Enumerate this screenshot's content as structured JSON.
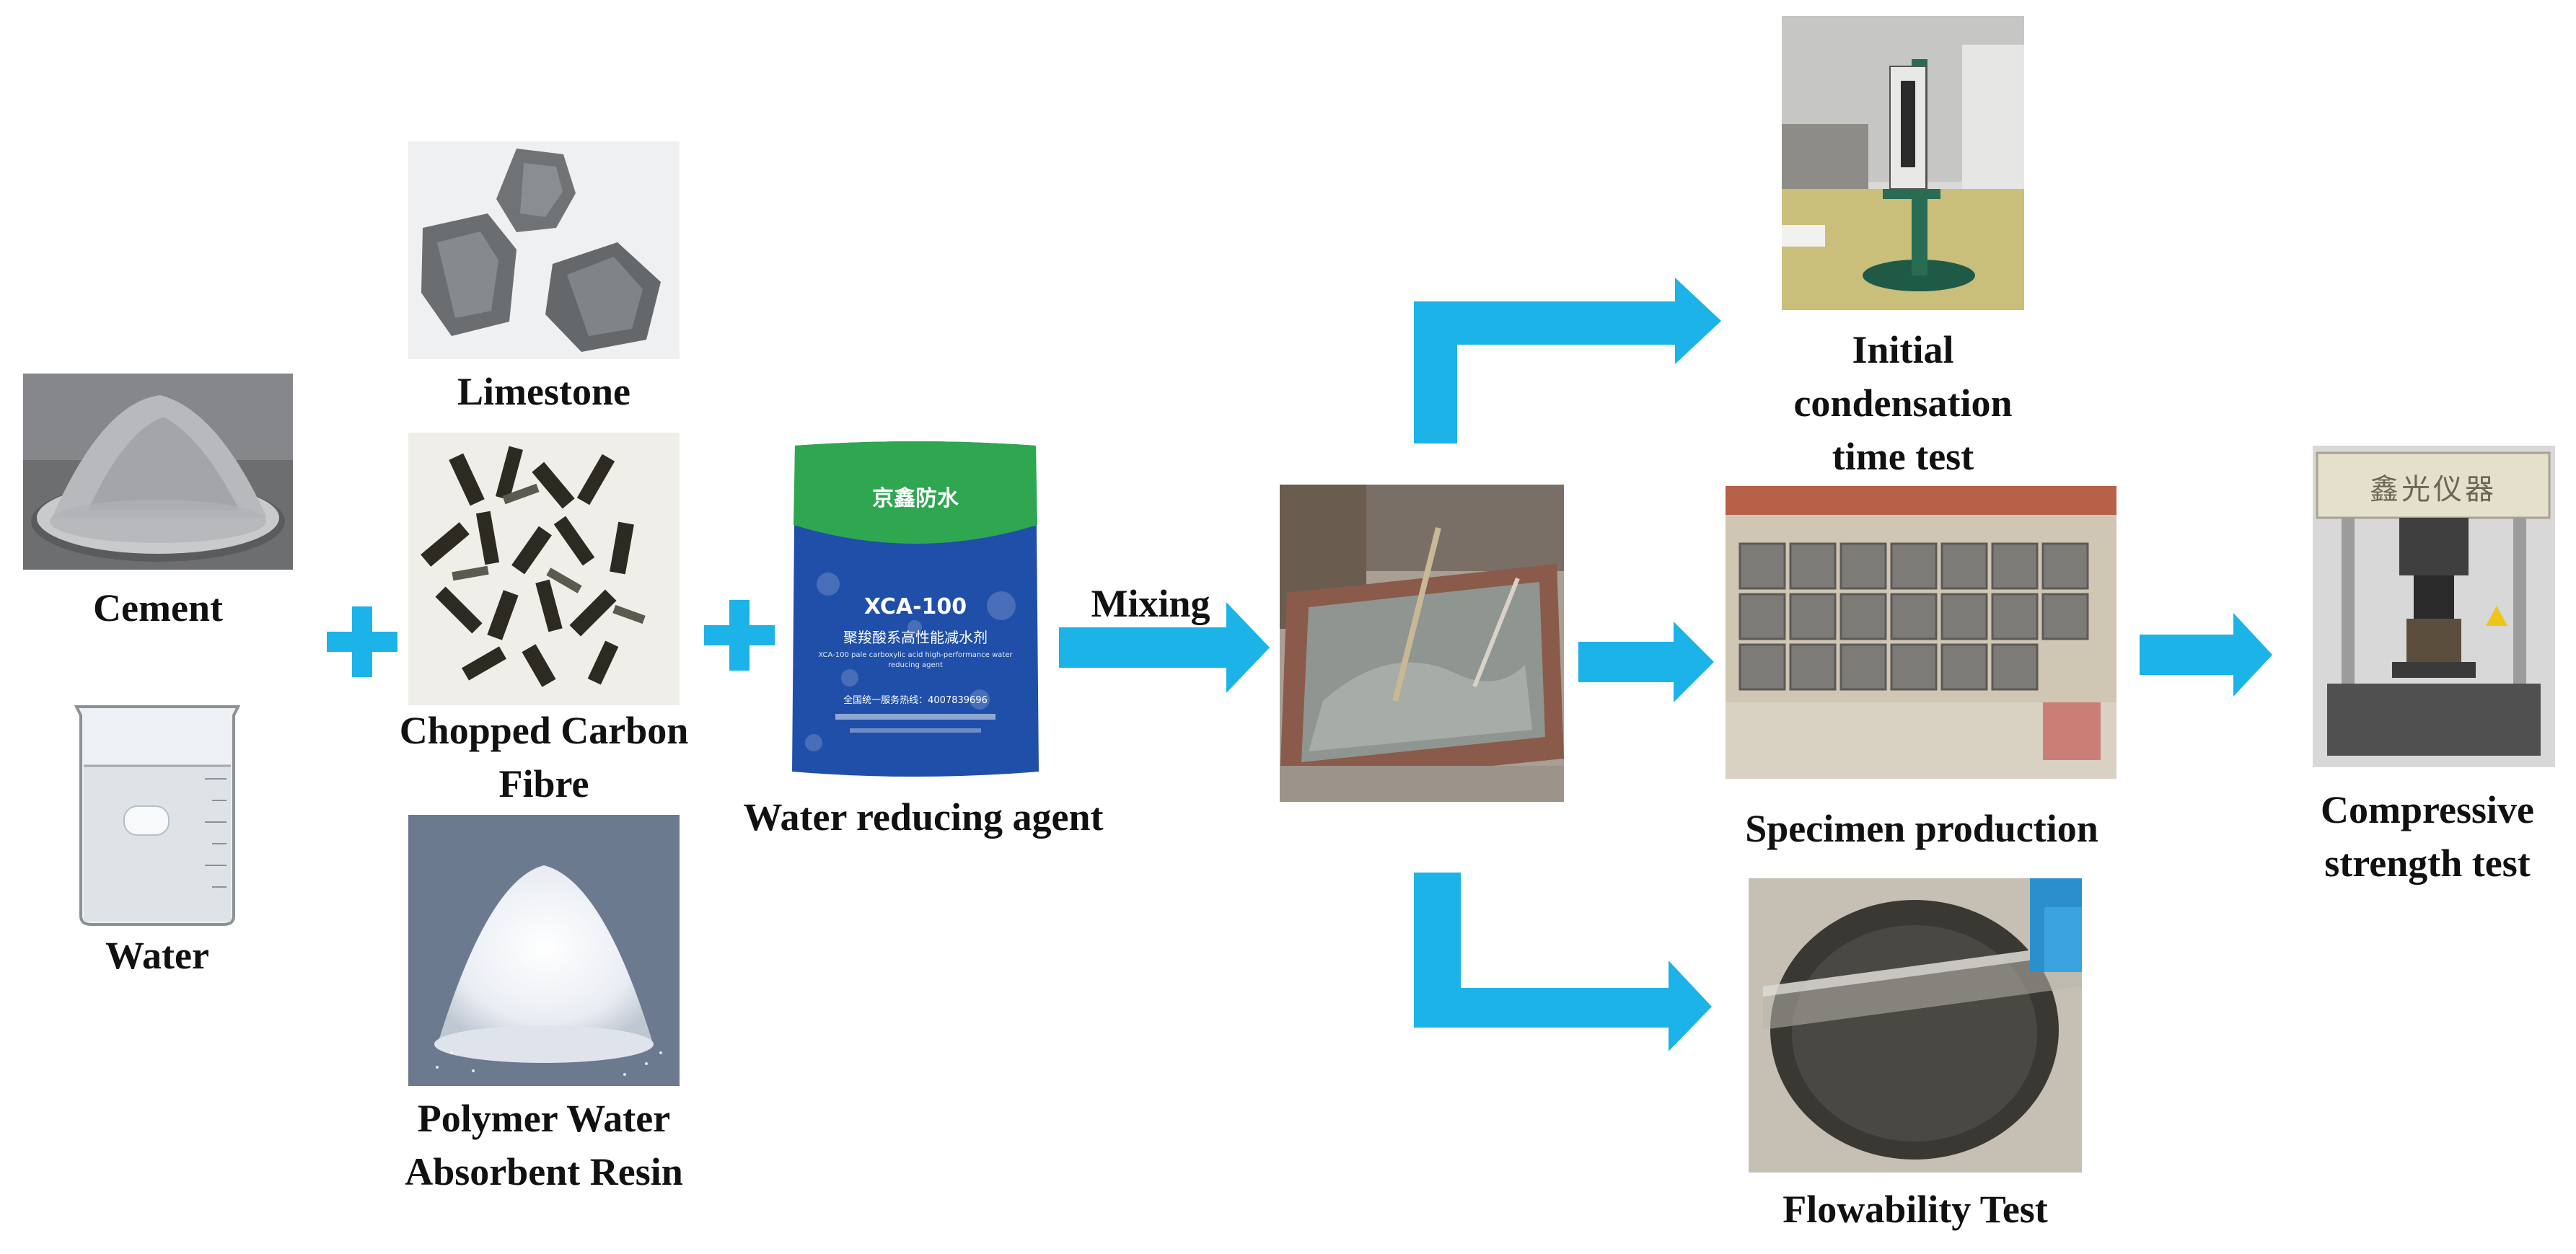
{
  "colors": {
    "arrow": "#1bb3e8",
    "text": "#111111",
    "background": "#ffffff"
  },
  "materials": {
    "cement": {
      "label": "Cement",
      "icon": "cement-powder-photo"
    },
    "water": {
      "label": "Water",
      "icon": "glass-beaker-photo"
    },
    "limestone": {
      "label": "Limestone",
      "icon": "limestone-rocks-photo"
    },
    "carbon_fibre": {
      "label_line1": "Chopped Carbon",
      "label_line2": "Fibre",
      "icon": "carbon-fibre-photo"
    },
    "resin": {
      "label_line1": "Polymer Water",
      "label_line2": "Absorbent Resin",
      "icon": "resin-granules-photo"
    },
    "water_reducer": {
      "label": "Water reducing agent",
      "icon": "product-bag-photo",
      "bag_model": "XCA-100",
      "bag_brand": "京鑫防水",
      "bag_subtitle": "聚羧酸系高性能减水剂",
      "bag_english": "XCA-100 pale carboxylic acid high-performance water reducing agent",
      "bag_hotline": "全国统一服务热线：4007839696"
    }
  },
  "process": {
    "mixing_label": "Mixing",
    "mixing_icon": "mixing-trough-photo"
  },
  "tests": {
    "condensation": {
      "label_line1": "Initial",
      "label_line2": "condensation",
      "label_line3": "time test",
      "icon": "vicat-apparatus-photo"
    },
    "specimen": {
      "label": "Specimen production",
      "icon": "cube-specimens-photo"
    },
    "flowability": {
      "label": "Flowability Test",
      "icon": "flow-spread-photo"
    },
    "compressive": {
      "label_line1": "Compressive",
      "label_line2": "strength test",
      "icon": "compression-machine-photo",
      "machine_brand": "鑫光仪器"
    }
  }
}
